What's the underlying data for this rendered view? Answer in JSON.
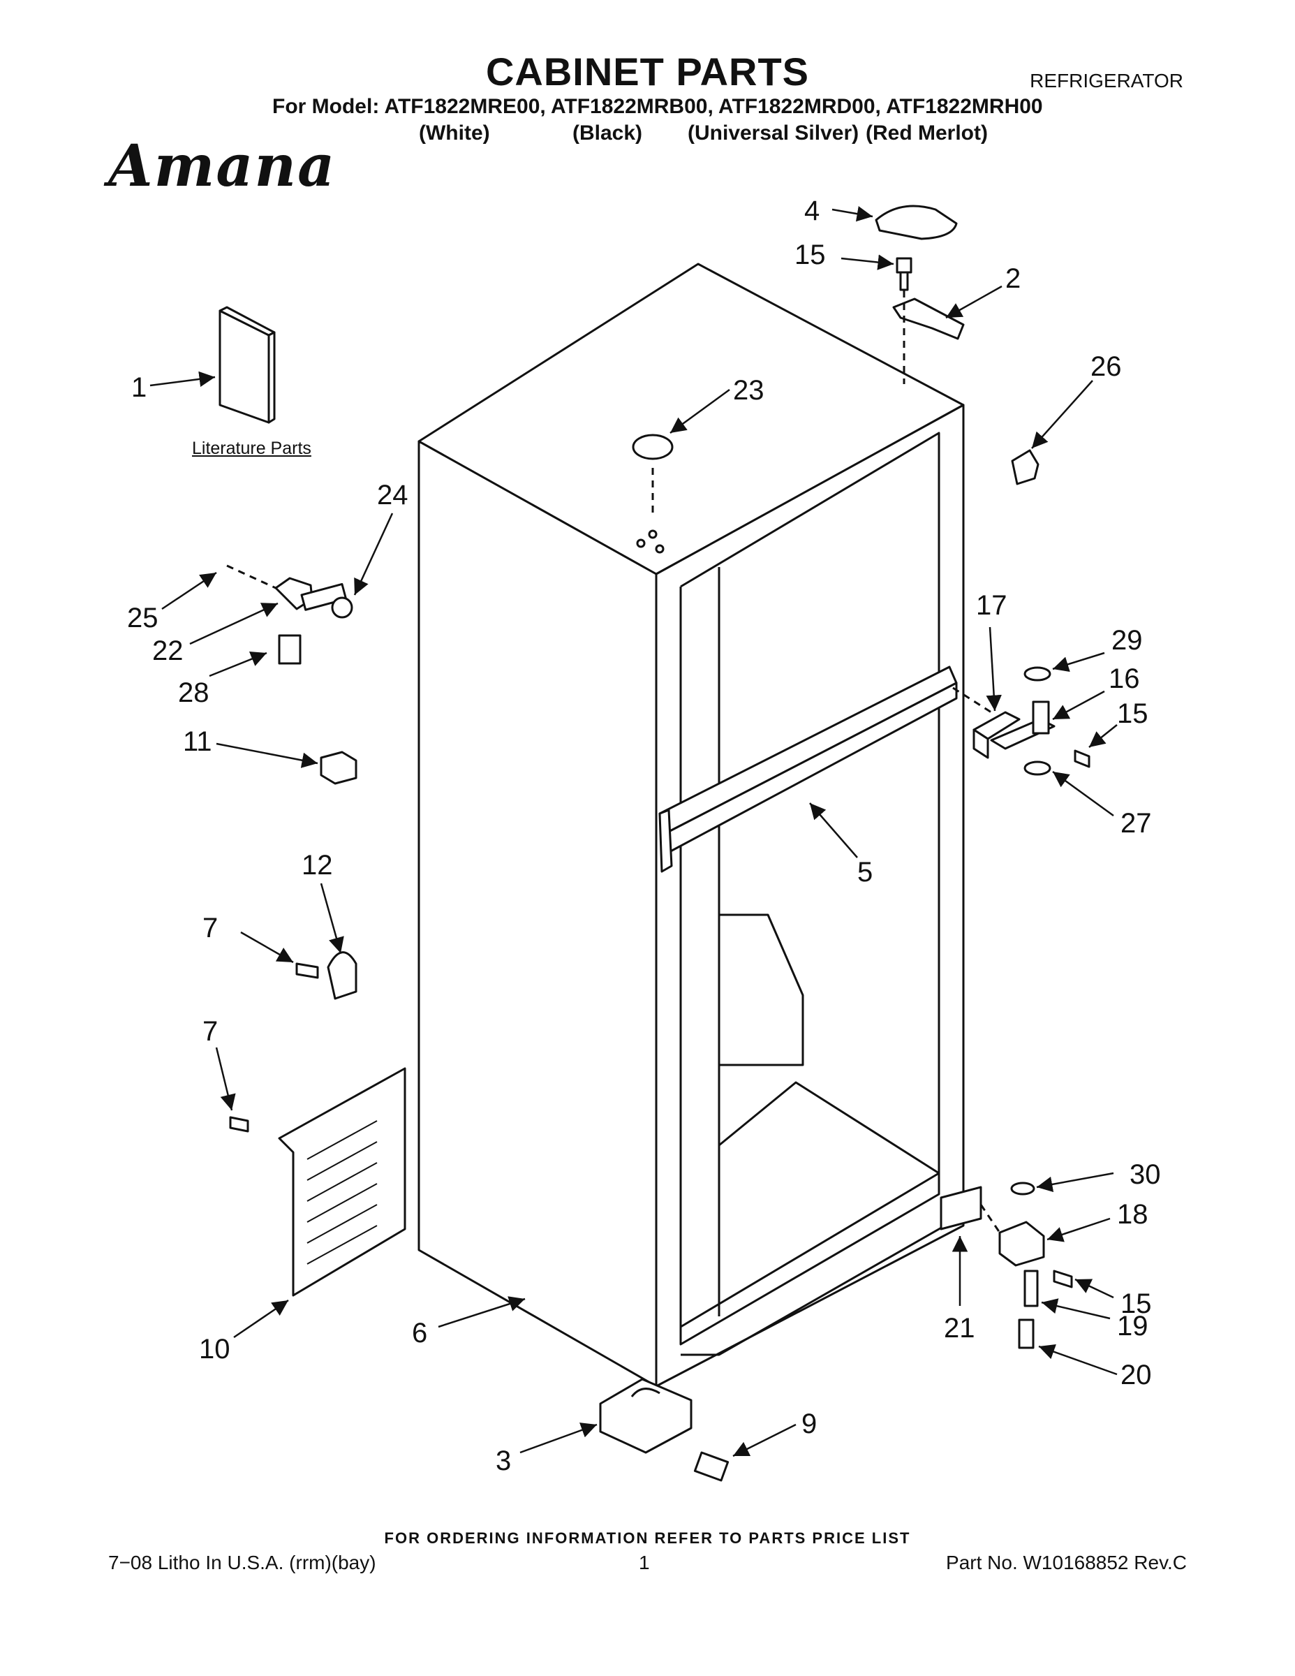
{
  "header": {
    "title": "CABINET PARTS",
    "category": "REFRIGERATOR",
    "models_line": "For Model: ATF1822MRE00, ATF1822MRB00, ATF1822MRD00, ATF1822MRH00",
    "colors": [
      "(White)",
      "(Black)",
      "(Universal Silver)",
      "(Red Merlot)"
    ],
    "brand": "Amana"
  },
  "literature_label": "Literature Parts",
  "callouts": [
    {
      "label": "1"
    },
    {
      "label": "2"
    },
    {
      "label": "3"
    },
    {
      "label": "4"
    },
    {
      "label": "5"
    },
    {
      "label": "6"
    },
    {
      "label": "7"
    },
    {
      "label": "7"
    },
    {
      "label": "9"
    },
    {
      "label": "10"
    },
    {
      "label": "11"
    },
    {
      "label": "12"
    },
    {
      "label": "15"
    },
    {
      "label": "15"
    },
    {
      "label": "15"
    },
    {
      "label": "16"
    },
    {
      "label": "17"
    },
    {
      "label": "18"
    },
    {
      "label": "19"
    },
    {
      "label": "20"
    },
    {
      "label": "21"
    },
    {
      "label": "22"
    },
    {
      "label": "23"
    },
    {
      "label": "24"
    },
    {
      "label": "25"
    },
    {
      "label": "26"
    },
    {
      "label": "27"
    },
    {
      "label": "28"
    },
    {
      "label": "29"
    },
    {
      "label": "30"
    }
  ],
  "footer": {
    "note": "FOR ORDERING INFORMATION REFER TO PARTS PRICE LIST",
    "litho": "7−08 Litho In U.S.A. (rrm)(bay)",
    "page": "1",
    "part_no": "Part No. W10168852 Rev.C"
  }
}
